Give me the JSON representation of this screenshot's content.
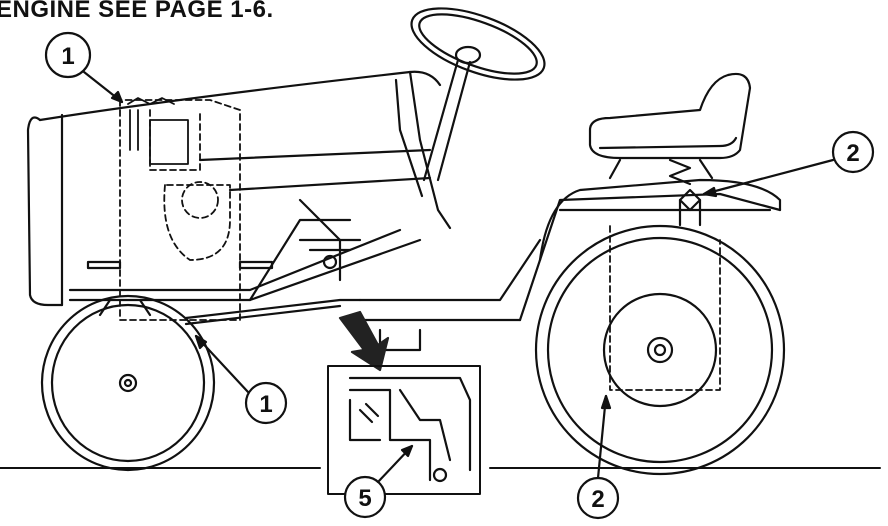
{
  "heading": "ENGINE SEE PAGE 1-6.",
  "callouts": {
    "front_engine": "1",
    "front_axle": "1",
    "rear_fender": "2",
    "rear_frame": "2",
    "inset_detail": "5"
  },
  "colors": {
    "line": "#111111",
    "background": "#ffffff",
    "inset_arrow": "#222222"
  }
}
